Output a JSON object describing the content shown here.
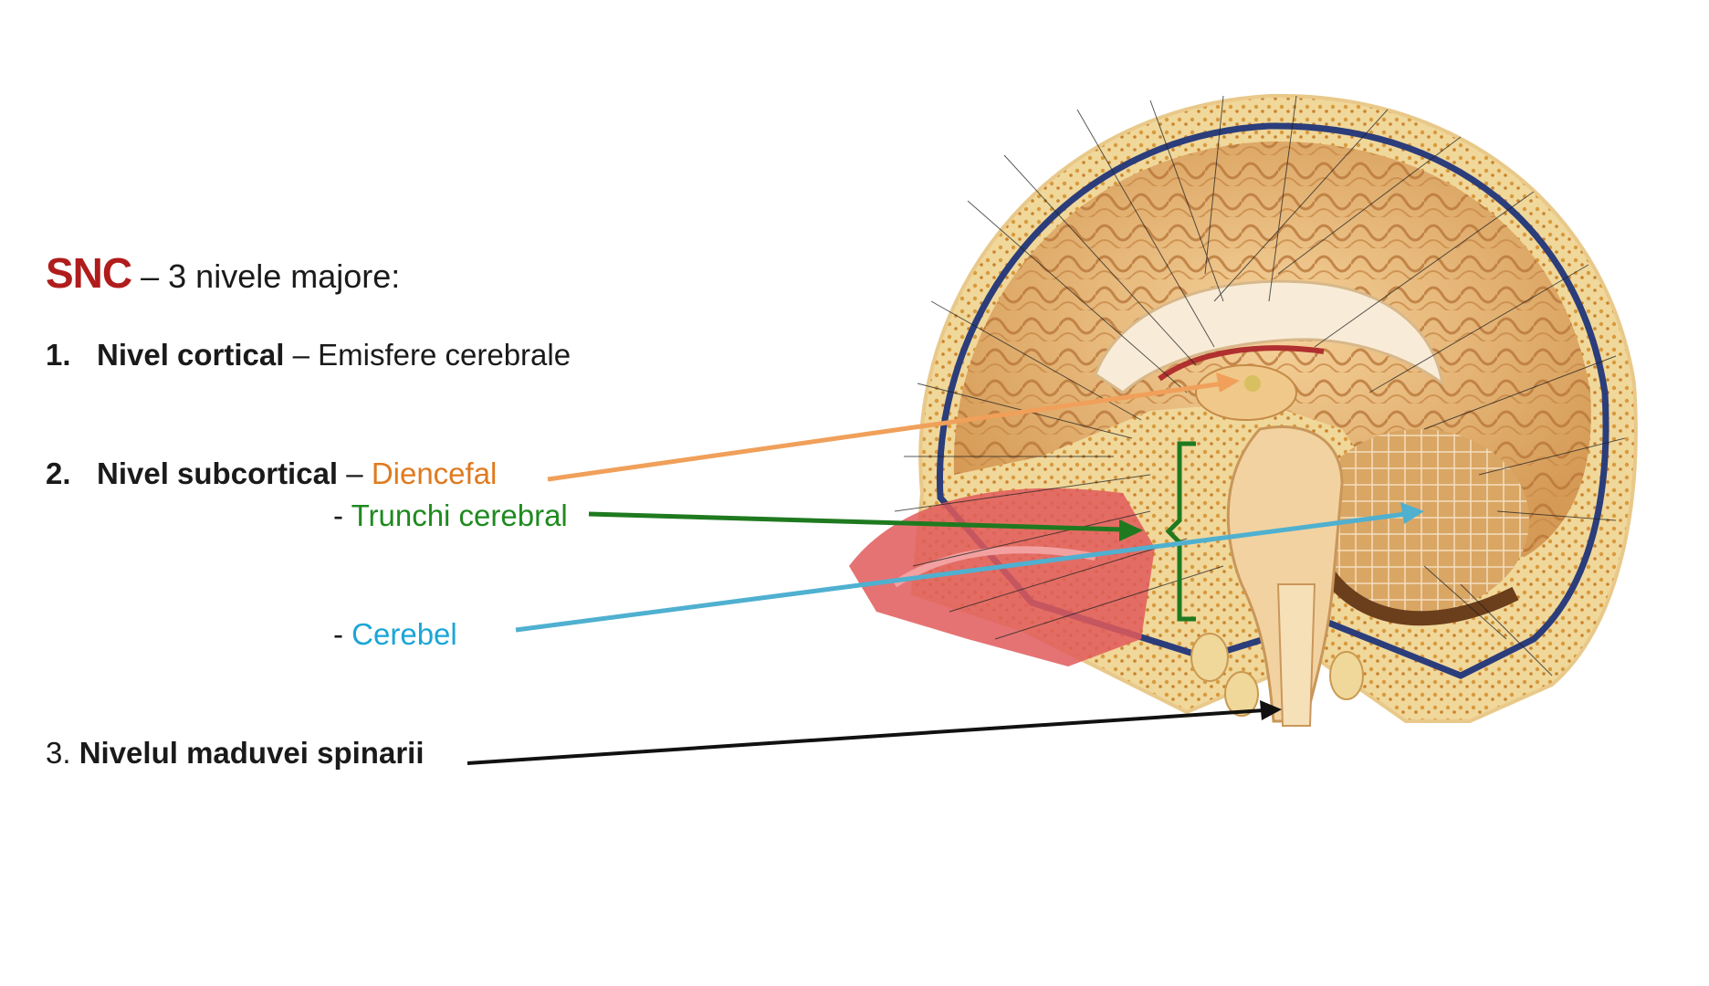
{
  "title": {
    "abbr": "SNC",
    "rest": " – 3 nivele majore:"
  },
  "levels": [
    {
      "number": "1.",
      "name": "Nivel cortical",
      "sep": " – ",
      "detail": "Emisfere cerebrale"
    },
    {
      "number": "2.",
      "name": "Nivel subcortical",
      "sep": " – ",
      "detail": "Diencefal",
      "sub": [
        {
          "prefix": "- ",
          "label": "Trunchi cerebral"
        },
        {
          "prefix": "- ",
          "label": "Cerebel"
        }
      ]
    },
    {
      "number": "3. ",
      "name": "Nivelul maduvei spinarii"
    }
  ],
  "colors": {
    "snc": "#b01c1c",
    "diencefal": "#e07a1f",
    "trunchi": "#1f8a1f",
    "cerebel": "#1ba6d6",
    "maduva": "#111111"
  },
  "figure": {
    "subject": "brain-sagittal-section-illustration"
  }
}
